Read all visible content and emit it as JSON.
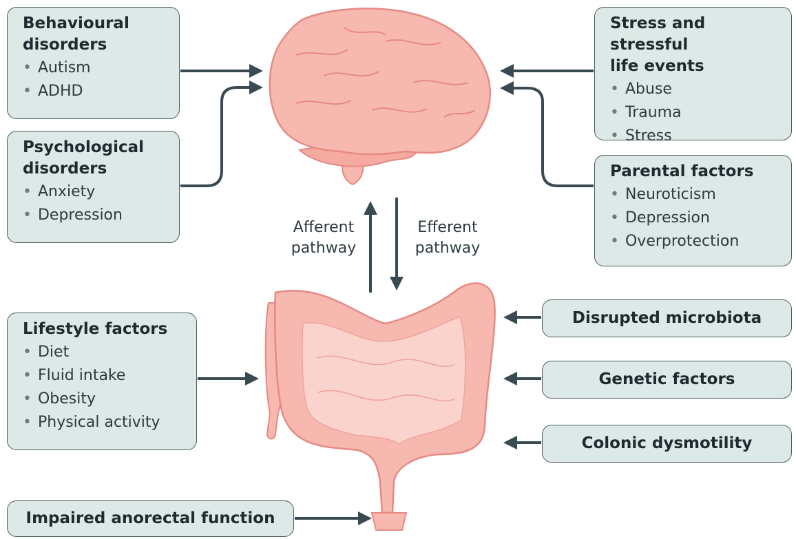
{
  "left_boxes": [
    {
      "title": "Behavioural\ndisorders",
      "items": [
        "Autism",
        "ADHD"
      ]
    },
    {
      "title": "Psychological\ndisorders",
      "items": [
        "Anxiety",
        "Depression"
      ]
    },
    {
      "title": "Lifestyle factors",
      "items": [
        "Diet",
        "Fluid intake",
        "Obesity",
        "Physical activity"
      ]
    }
  ],
  "right_boxes": [
    {
      "title": "Stress and stressful\nlife events",
      "items": [
        "Abuse",
        "Trauma",
        "Stress"
      ]
    },
    {
      "title": "Parental factors",
      "items": [
        "Neuroticism",
        "Depression",
        "Overprotection"
      ]
    }
  ],
  "single_boxes": {
    "disrupted_microbiota": "Disrupted microbiota",
    "genetic_factors": "Genetic factors",
    "colonic_dysmotility": "Colonic dysmotility",
    "impaired_anorectal": "Impaired anorectal function"
  },
  "pathways": {
    "afferent": "Afferent\npathway",
    "efferent": "Efferent\npathway"
  },
  "colors": {
    "box_fill": "#dde9e6",
    "box_border": "#4a5a60",
    "arrow": "#3a4a52",
    "organ_fill": "#f7b8b0",
    "organ_stroke": "#e68a82"
  }
}
